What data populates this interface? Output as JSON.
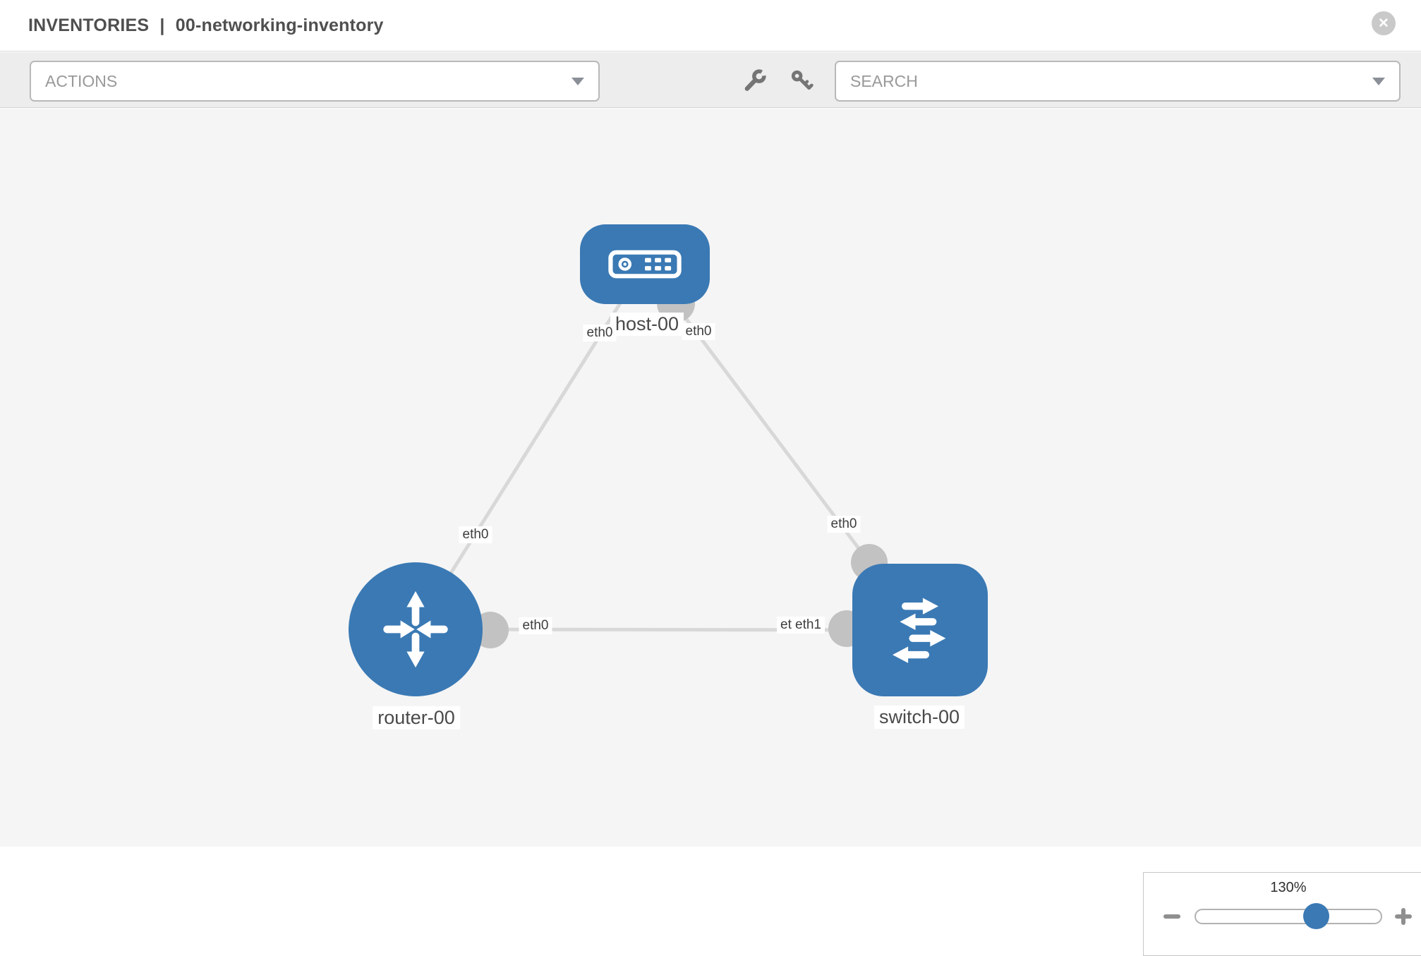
{
  "header": {
    "title_root": "INVENTORIES",
    "title_separator": "|",
    "title_name": "00-networking-inventory",
    "close_glyph": "✕"
  },
  "toolbar": {
    "actions_label": "ACTIONS",
    "search_placeholder": "SEARCH",
    "icons": [
      "wrench-icon",
      "key-icon"
    ]
  },
  "topology": {
    "nodes": [
      {
        "label": "host-00",
        "type": "host"
      },
      {
        "label": "router-00",
        "type": "router"
      },
      {
        "label": "switch-00",
        "type": "switch"
      }
    ],
    "links": [
      {
        "source": "router-00",
        "target": "host-00",
        "source_label": "eth0",
        "target_label": "eth0"
      },
      {
        "source": "switch-00",
        "target": "host-00",
        "source_label": "eth0",
        "target_label": "eth0"
      },
      {
        "source": "router-00",
        "target": "switch-00",
        "source_label": "eth0",
        "target_label": "eth1",
        "target_label_behind": "eth0"
      }
    ]
  },
  "zoom_control": {
    "level": "130%",
    "percent": 65
  },
  "colors": {
    "node_blue": "#3a79b4",
    "link_gray": "#d8d8d8",
    "interface_gray": "#c2c2c2",
    "canvas_bg": "#f5f5f5",
    "toolbar_bg": "#ededed",
    "close_icon_gray": "#c9c9c9"
  }
}
